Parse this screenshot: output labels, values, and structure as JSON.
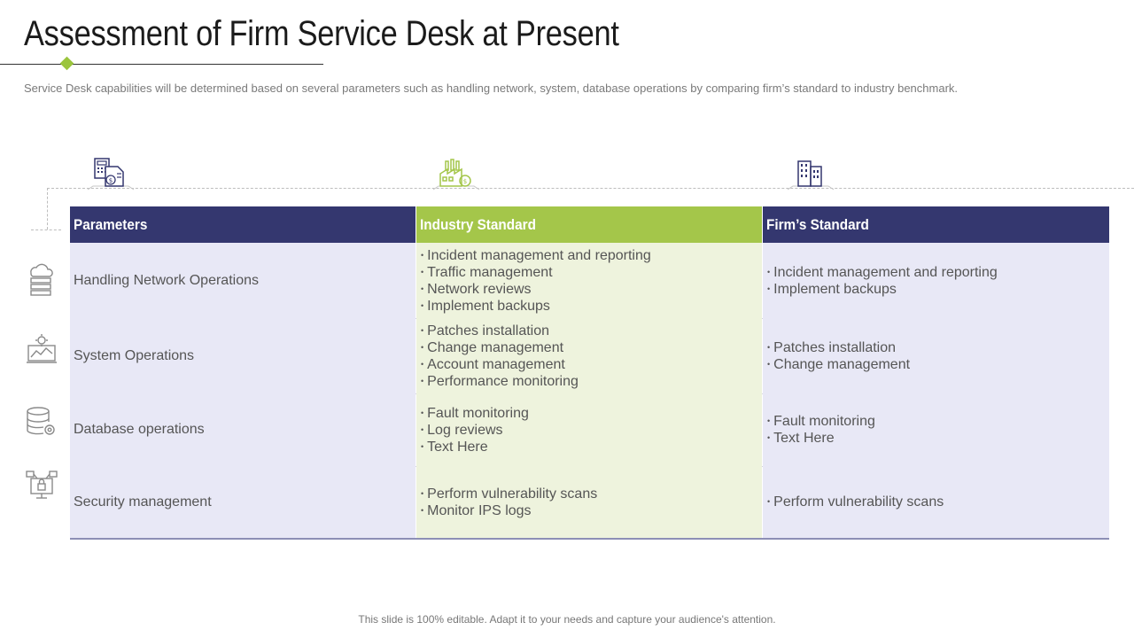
{
  "title": "Assessment of Firm Service Desk at Present",
  "subtitle": "Service Desk capabilities will be determined based on several parameters such as handling network, system, database operations by comparing firm’s standard to industry benchmark.",
  "colors": {
    "header_navy": "#34376f",
    "header_green": "#a4c64a",
    "cell_lavender": "#e8e8f6",
    "cell_green": "#eef3dd",
    "accent_diamond": "#9bc53d"
  },
  "icons": {
    "parameters": "calculator-document-icon",
    "industry": "factory-icon",
    "firm": "office-building-icon",
    "rows": [
      "cloud-server-icon",
      "monitor-gear-icon",
      "database-gear-icon",
      "security-network-icon"
    ]
  },
  "table": {
    "headers": [
      "Parameters",
      "Industry Standard",
      "Firm’s Standard"
    ],
    "rows": [
      {
        "parameter": "Handling Network Operations",
        "industry": [
          "Incident management and reporting",
          "Traffic management",
          "Network reviews",
          "Implement  backups"
        ],
        "firm": [
          "Incident management and reporting",
          "Implement  backups"
        ]
      },
      {
        "parameter": "System Operations",
        "industry": [
          "Patches installation",
          "Change management",
          "Account management",
          "Performance monitoring"
        ],
        "firm": [
          "Patches installation",
          "Change management"
        ]
      },
      {
        "parameter": "Database operations",
        "industry": [
          "Fault monitoring",
          "Log reviews",
          "Text Here"
        ],
        "firm": [
          "Fault monitoring",
          "Text Here"
        ]
      },
      {
        "parameter": "Security management",
        "industry": [
          "Perform vulnerability  scans",
          "Monitor IPS logs"
        ],
        "firm": [
          "Perform vulnerability  scans"
        ]
      }
    ]
  },
  "bullet": "•",
  "footer": "This slide is 100% editable. Adapt it to your needs and capture your audience's attention."
}
